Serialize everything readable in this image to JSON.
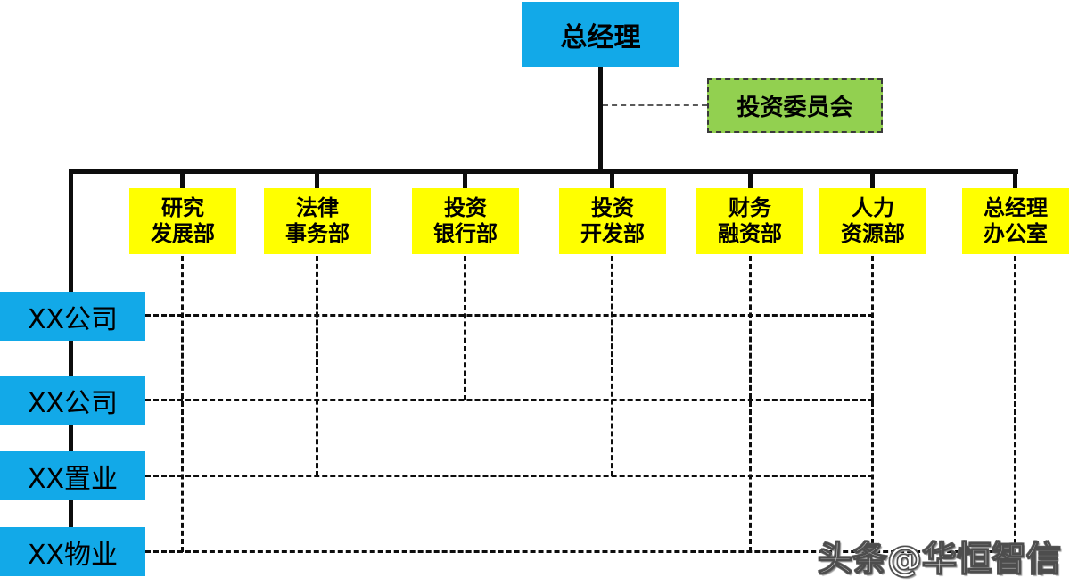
{
  "chart": {
    "root": {
      "label": "总经理"
    },
    "committee": {
      "label": "投资委员会"
    },
    "departments": [
      {
        "line1": "研究",
        "line2": "发展部"
      },
      {
        "line1": "法律",
        "line2": "事务部"
      },
      {
        "line1": "投资",
        "line2": "银行部"
      },
      {
        "line1": "投资",
        "line2": "开发部"
      },
      {
        "line1": "财务",
        "line2": "融资部"
      },
      {
        "line1": "人力",
        "line2": "资源部"
      },
      {
        "line1": "总经理",
        "line2": "办公室"
      }
    ],
    "companies": [
      {
        "label": "XX公司"
      },
      {
        "label": "XX公司"
      },
      {
        "label": "XX置业"
      },
      {
        "label": "XX物业"
      }
    ],
    "colors": {
      "node_blue": "#12A9E8",
      "dept_yellow": "#FFFF00",
      "committee_green": "#92D050",
      "line_black": "#0d0d0d"
    },
    "watermark": "头条@华恒智信"
  }
}
